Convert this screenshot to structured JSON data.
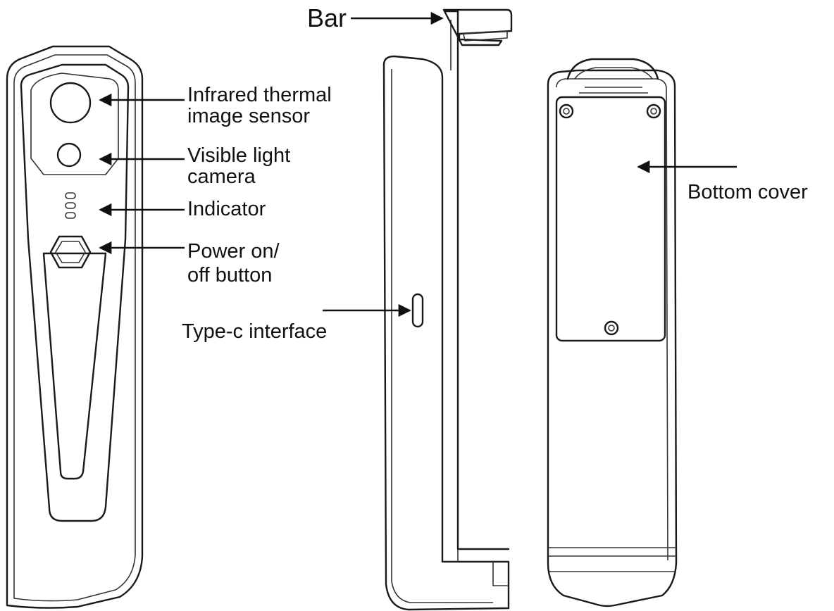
{
  "labels": {
    "bar": "Bar",
    "ir_line1": "Infrared thermal",
    "ir_line2": "image sensor",
    "visible_line1": "Visible light",
    "visible_line2": "camera",
    "indicator": "Indicator",
    "power_line1": "Power on/",
    "power_line2": "off button",
    "typec": "Type-c interface",
    "bottom_cover": "Bottom cover"
  },
  "colors": {
    "outline": "#1a1a1a",
    "text": "#111111",
    "background": "#ffffff"
  }
}
